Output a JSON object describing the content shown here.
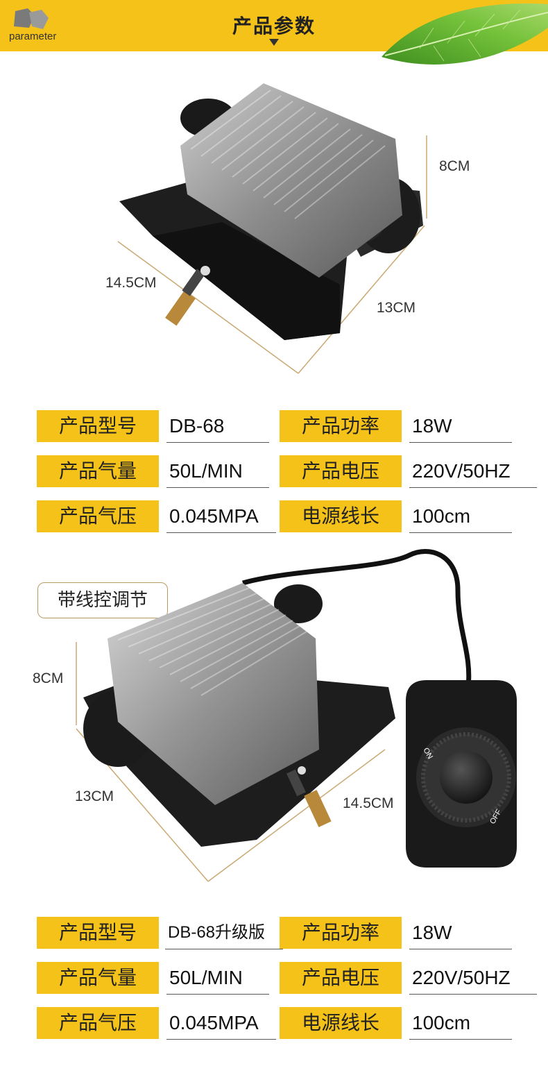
{
  "header": {
    "subtitle": "parameter",
    "title": "产品参数",
    "brand_color": "#f5c21a"
  },
  "product1": {
    "dims": {
      "height": "8CM",
      "length": "14.5CM",
      "width": "13CM"
    },
    "specs": [
      {
        "label": "产品型号",
        "value": "DB-68"
      },
      {
        "label": "产品功率",
        "value": "18W"
      },
      {
        "label": "产品气量",
        "value": "50L/MIN"
      },
      {
        "label": "产品电压",
        "value": "220V/50HZ"
      },
      {
        "label": "产品气压",
        "value": "0.045MPA"
      },
      {
        "label": "电源线长",
        "value": "100cm"
      }
    ]
  },
  "product2": {
    "badge": "带线控调节",
    "switch_on": "ON",
    "switch_off": "OFF",
    "dims": {
      "height": "8CM",
      "width": "13CM",
      "length": "14.5CM"
    },
    "specs": [
      {
        "label": "产品型号",
        "value": "DB-68升级版"
      },
      {
        "label": "产品功率",
        "value": "18W"
      },
      {
        "label": "产品气量",
        "value": "50L/MIN"
      },
      {
        "label": "产品电压",
        "value": "220V/50HZ"
      },
      {
        "label": "产品气压",
        "value": "0.045MPA"
      },
      {
        "label": "电源线长",
        "value": "100cm"
      }
    ]
  }
}
